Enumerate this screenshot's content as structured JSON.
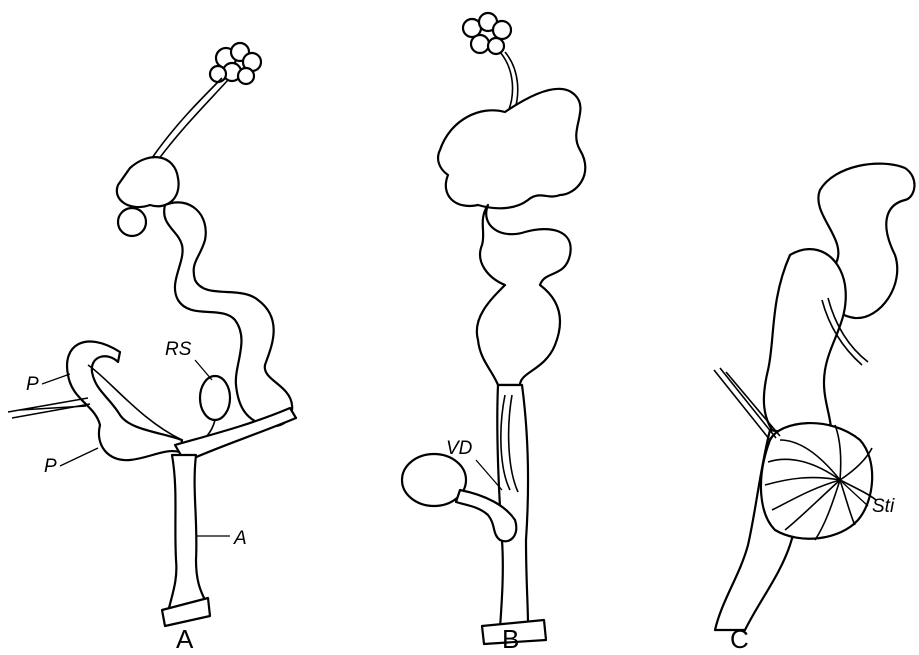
{
  "figure": {
    "panels": [
      {
        "id": "A",
        "label": "A"
      },
      {
        "id": "B",
        "label": "B"
      },
      {
        "id": "C",
        "label": "C"
      }
    ],
    "annotations": {
      "rs": "RS",
      "p_upper": "P",
      "p_lower": "P",
      "a": "A",
      "vd": "VD",
      "sti": "Sti"
    },
    "colors": {
      "ink": "#000000",
      "paper": "#ffffff"
    }
  }
}
